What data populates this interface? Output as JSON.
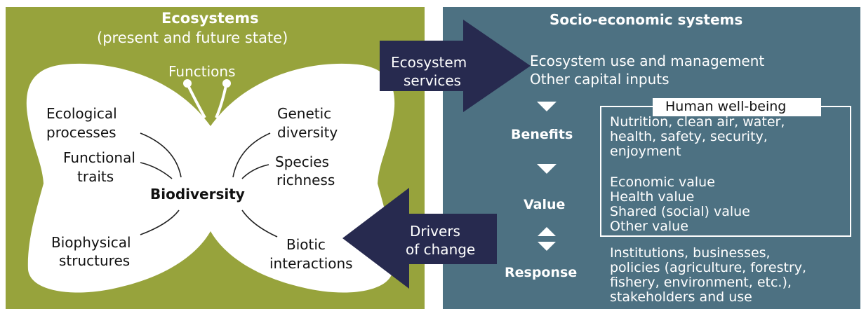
{
  "colors": {
    "ecosystems_panel": "#97a33c",
    "socio_panel": "#4d7182",
    "arrow": "#272a4f",
    "butterfly": "#ffffff",
    "text_light": "#ffffff",
    "text_dark": "#111111"
  },
  "ecosystems": {
    "title": "Ecosystems",
    "subtitle": "(present and future state)",
    "functions_label": "Functions",
    "center_label": "Biodiversity",
    "left_labels": {
      "ecological_line1": "Ecological",
      "ecological_line2": "processes",
      "functional_line1": "Functional",
      "functional_line2": "traits",
      "biophysical_line1": "Biophysical",
      "biophysical_line2": "structures"
    },
    "right_labels": {
      "genetic_line1": "Genetic",
      "genetic_line2": "diversity",
      "species_line1": "Species",
      "species_line2": "richness",
      "biotic_line1": "Biotic",
      "biotic_line2": "interactions"
    }
  },
  "arrows": {
    "services_line1": "Ecosystem",
    "services_line2": "services",
    "drivers_line1": "Drivers",
    "drivers_line2": "of change"
  },
  "socio": {
    "title": "Socio-economic systems",
    "top_line1": "Ecosystem use and management",
    "top_line2": "Other capital inputs",
    "benefits_label": "Benefits",
    "value_label": "Value",
    "response_label": "Response",
    "wellbeing_title": "Human well-being",
    "benefits_text": [
      "Nutrition, clean air, water,",
      "health, safety, security,",
      "enjoyment"
    ],
    "value_text": [
      "Economic value",
      "Health value",
      "Shared (social) value",
      "Other value"
    ],
    "response_text": [
      "Institutions, businesses,",
      "policies (agriculture, forestry,",
      "fishery, environment, etc.),",
      "stakeholders and use"
    ]
  }
}
